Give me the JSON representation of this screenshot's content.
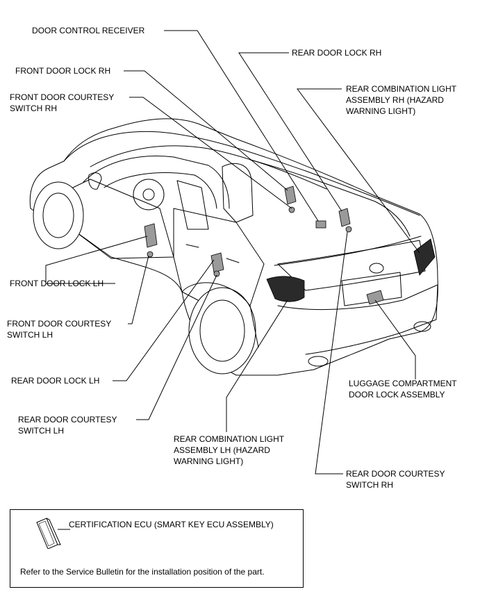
{
  "labels": {
    "door_control_receiver": [
      "DOOR CONTROL RECEIVER"
    ],
    "front_door_lock_rh": [
      "FRONT DOOR LOCK RH"
    ],
    "front_door_courtesy_rh": [
      "FRONT DOOR COURTESY",
      "SWITCH RH"
    ],
    "rear_door_lock_rh": [
      "REAR DOOR LOCK RH"
    ],
    "rear_combination_light_rh": [
      "REAR COMBINATION LIGHT",
      "ASSEMBLY RH (HAZARD",
      "WARNING LIGHT)"
    ],
    "front_door_lock_lh": [
      "FRONT DOOR LOCK LH"
    ],
    "front_door_courtesy_lh": [
      "FRONT DOOR COURTESY",
      "SWITCH LH"
    ],
    "rear_door_lock_lh": [
      "REAR DOOR LOCK LH"
    ],
    "rear_door_courtesy_lh": [
      "REAR DOOR COURTESY",
      "SWITCH LH"
    ],
    "rear_combination_light_lh": [
      "REAR COMBINATION LIGHT",
      "ASSEMBLY LH (HAZARD",
      "WARNING LIGHT)"
    ],
    "luggage_compartment_lock": [
      "LUGGAGE COMPARTMENT",
      "DOOR LOCK ASSEMBLY"
    ],
    "rear_door_courtesy_rh": [
      "REAR DOOR COURTESY",
      "SWITCH RH"
    ]
  },
  "legend": {
    "item_label": "CERTIFICATION ECU (SMART KEY ECU ASSEMBLY)",
    "note": "Refer to the Service Bulletin for the installation position of the part."
  }
}
